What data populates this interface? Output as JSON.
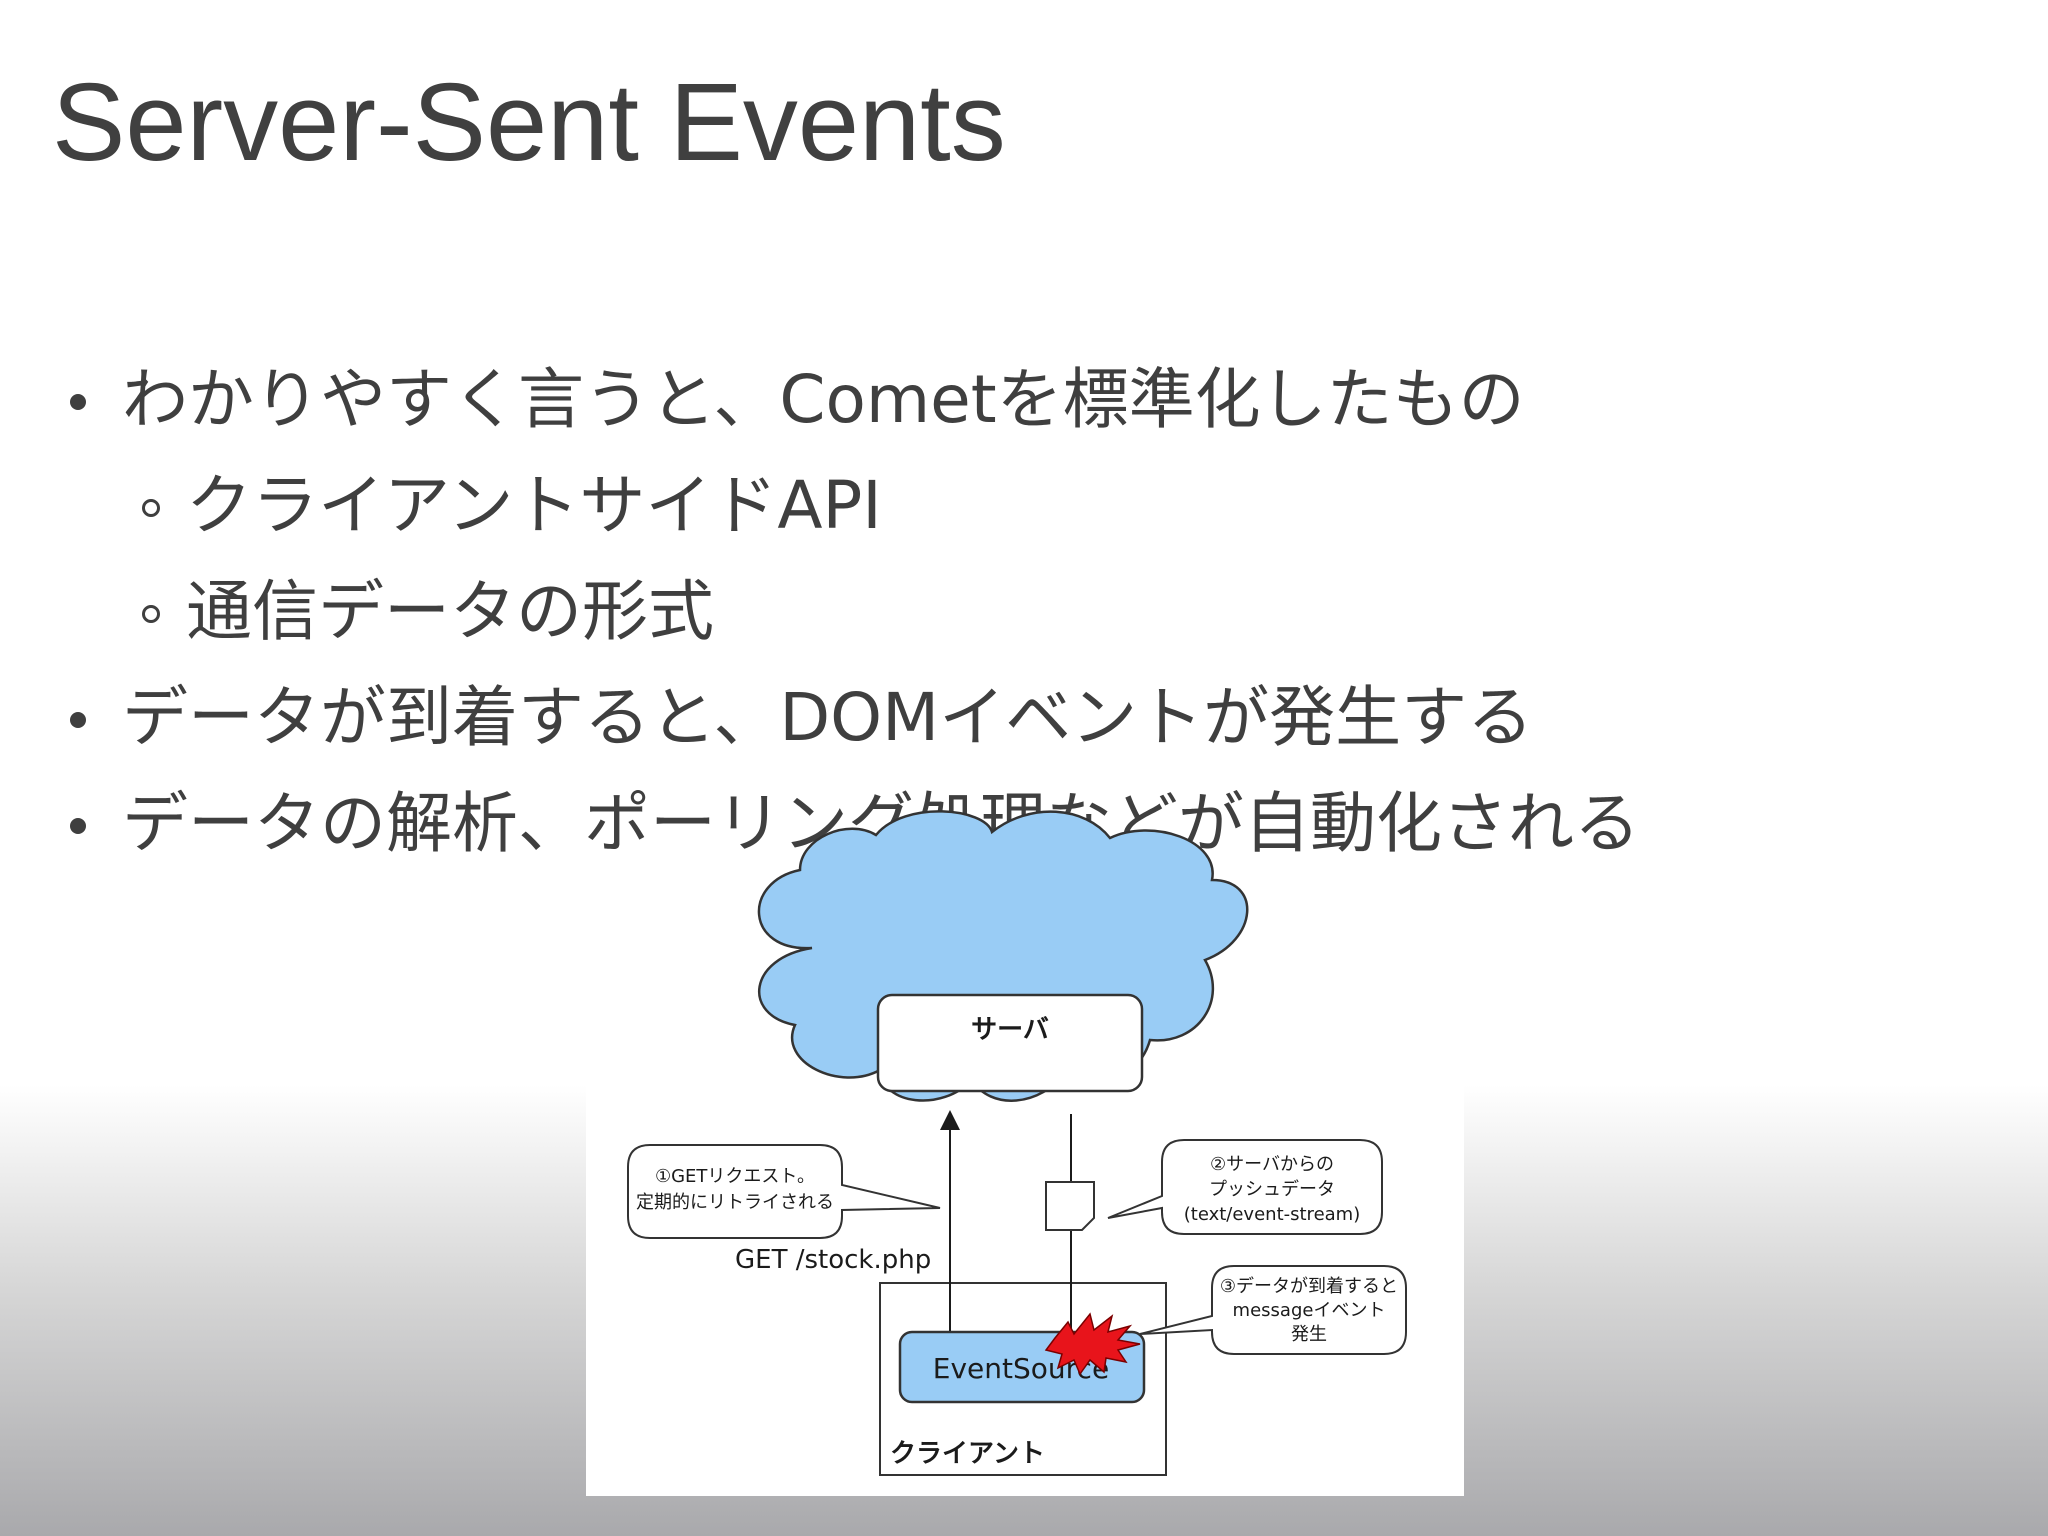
{
  "slide": {
    "title": "Server-Sent Events",
    "bullets": [
      {
        "level": 1,
        "text": "わかりやすく言うと、Cometを標準化したもの"
      },
      {
        "level": 2,
        "text": "クライアントサイドAPI"
      },
      {
        "level": 2,
        "text": "通信データの形式"
      },
      {
        "level": 1,
        "text": "データが到着すると、DOMイベントが発生する"
      },
      {
        "level": 1,
        "text": "データの解析、ポーリング処理などが自動化される"
      }
    ]
  },
  "diagram": {
    "server_label": "サーバ",
    "callout_get_line1": "①GETリクエスト。",
    "callout_get_line2": "定期的にリトライされる",
    "get_request_label": "GET /stock.php",
    "callout_push_line1": "②サーバからの",
    "callout_push_line2": "プッシュデータ",
    "callout_push_line3": "(text/event-stream)",
    "callout_event_line1": "③データが到着すると",
    "callout_event_line2": "messageイベント",
    "callout_event_line3": "発生",
    "eventsource_label": "EventSource",
    "client_label": "クライアント",
    "colors": {
      "cloud_fill": "#99ccf5",
      "eventsource_fill": "#99ccf5",
      "burst_fill": "#e8141b"
    }
  }
}
